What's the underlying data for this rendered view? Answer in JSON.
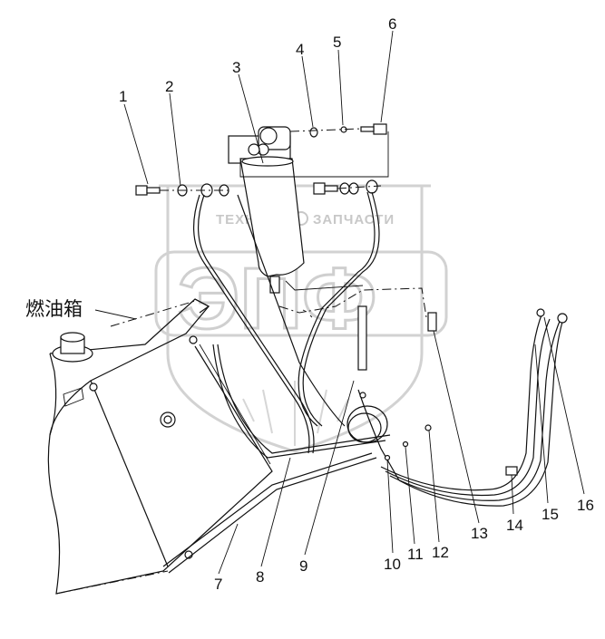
{
  "watermark": {
    "brand_text": "ТЕХНИКА",
    "brand_text2": "ЗАПЧАСТИ",
    "logo_letters": "ЭПФ"
  },
  "tank_label": "燃油箱",
  "callouts": [
    "1",
    "2",
    "3",
    "4",
    "5",
    "6",
    "7",
    "8",
    "9",
    "10",
    "11",
    "12",
    "13",
    "14",
    "15",
    "16"
  ]
}
